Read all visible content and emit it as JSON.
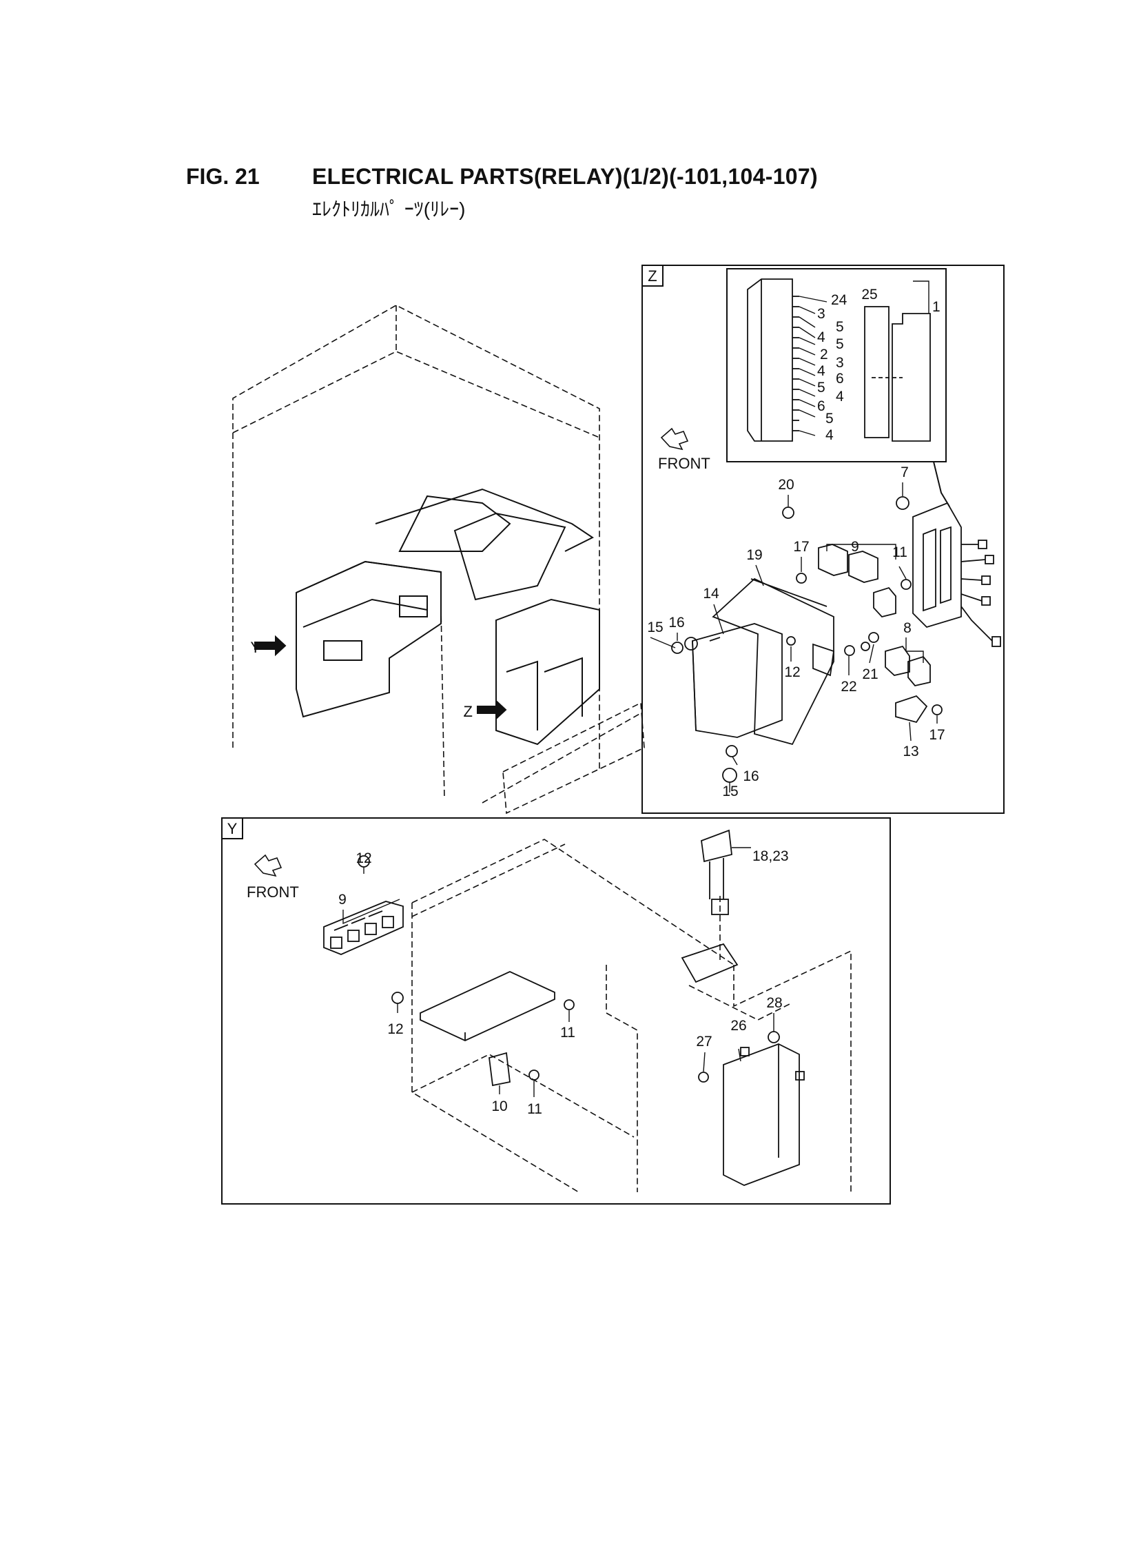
{
  "figure": {
    "number": "FIG. 21",
    "title": "ELECTRICAL PARTS(RELAY)(1/2)(-101,104-107)",
    "subtitle": "ｴﾚｸﾄﾘｶﾙﾊﾟ ｰﾂ(ﾘﾚｰ)"
  },
  "overview": {
    "arrow_y": "Y",
    "arrow_z": "Z"
  },
  "view_z": {
    "tag": "Z",
    "front_label": "FRONT",
    "connector_labels": [
      "24",
      "25",
      "1",
      "3",
      "5",
      "4",
      "5",
      "2",
      "3",
      "4",
      "6",
      "5",
      "4",
      "6",
      "5",
      "4"
    ],
    "part_labels": [
      "7",
      "20",
      "17",
      "9",
      "11",
      "19",
      "14",
      "16",
      "15",
      "12",
      "8",
      "22",
      "21",
      "17",
      "13",
      "16",
      "15"
    ]
  },
  "view_y": {
    "tag": "Y",
    "front_label": "FRONT",
    "part_labels": [
      "12",
      "9",
      "18,23",
      "12",
      "11",
      "28",
      "26",
      "27",
      "10",
      "11"
    ]
  },
  "colors": {
    "line": "#111111",
    "background": "#ffffff"
  }
}
